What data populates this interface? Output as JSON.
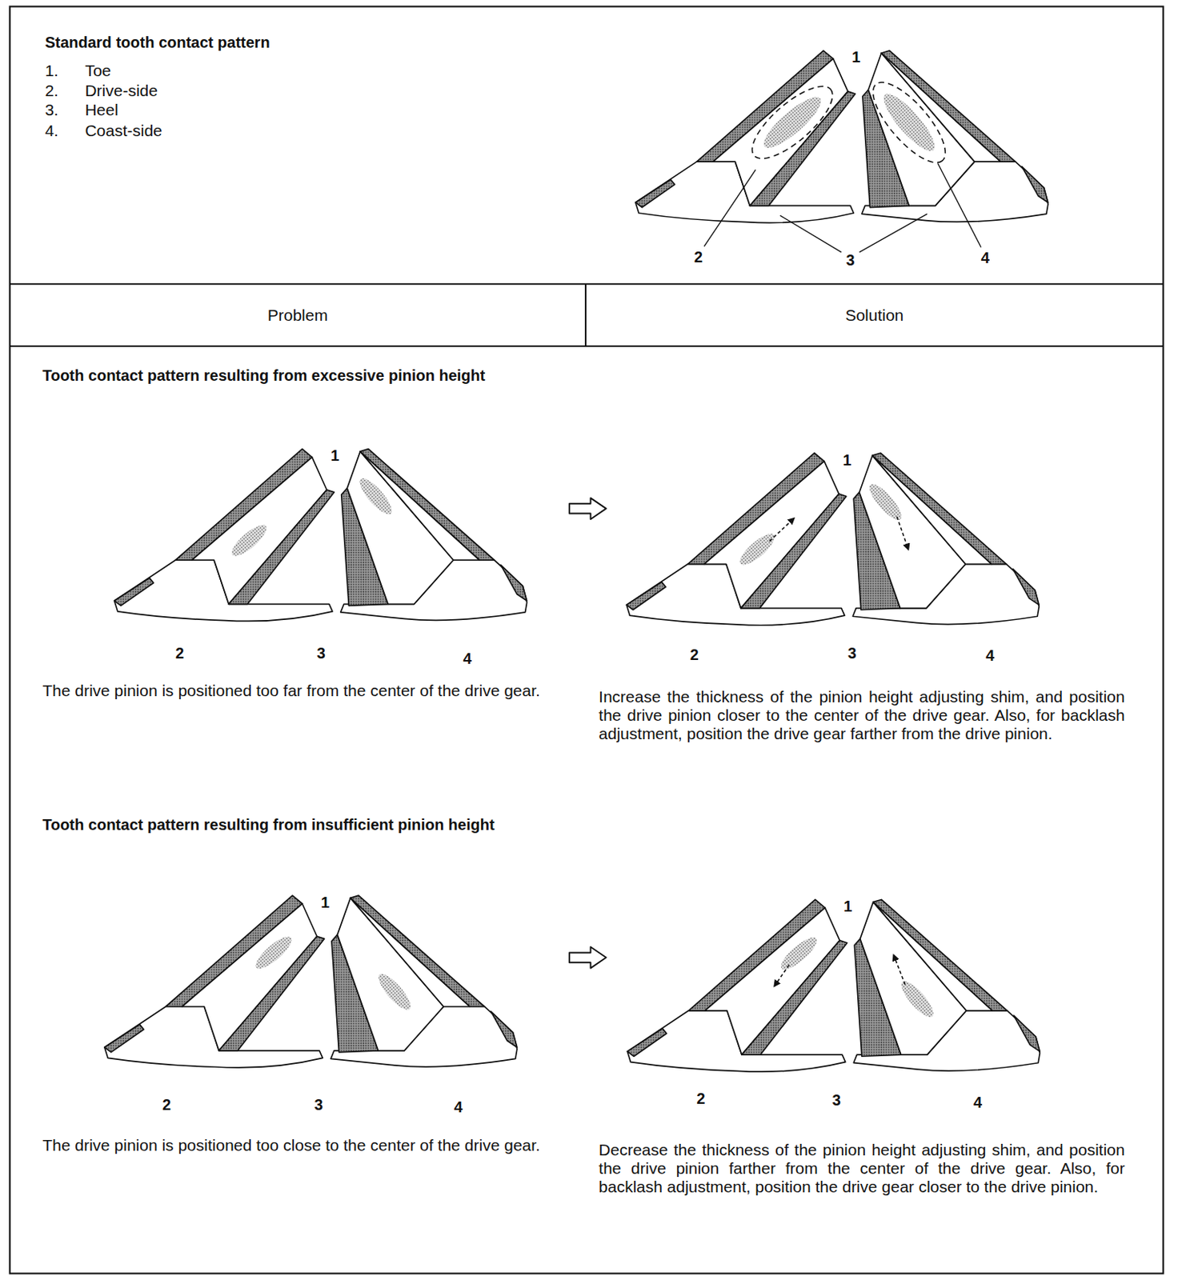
{
  "diagram": {
    "title": "Standard tooth contact pattern",
    "nodes": [
      {
        "text": [
          "Problem"
        ]
      },
      {
        "text": [
          "Solution"
        ]
      }
    ],
    "labels": [
      "1.",
      "Toe",
      "2.",
      "Drive-side",
      "3.",
      "Heel",
      "4.",
      "Coast-side",
      "1",
      "2",
      "3",
      "4",
      "Tooth contact pattern resulting from excessive pinion height",
      "1",
      "2",
      "3",
      "4",
      "1",
      "2",
      "3",
      "4",
      "The drive pinion is positioned too far from the center of the drive gear.",
      "Increase the thickness of the pinion height adjusting shim, and position the drive pinion closer to the center of the drive gear. Also, for backlash adjustment, position the drive gear farther from the drive pinion.",
      "Tooth contact pattern resulting from insufficient pinion height",
      "1",
      "2",
      "3",
      "4",
      "1",
      "2",
      "3",
      "4",
      "The drive pinion is positioned too close to the center of the drive gear.",
      "Decrease the thickness of the pinion height adjusting shim, and position the drive pinion farther from the center of the drive gear. Also, for backlash adjustment, position the drive gear closer to the drive pinion."
    ]
  }
}
